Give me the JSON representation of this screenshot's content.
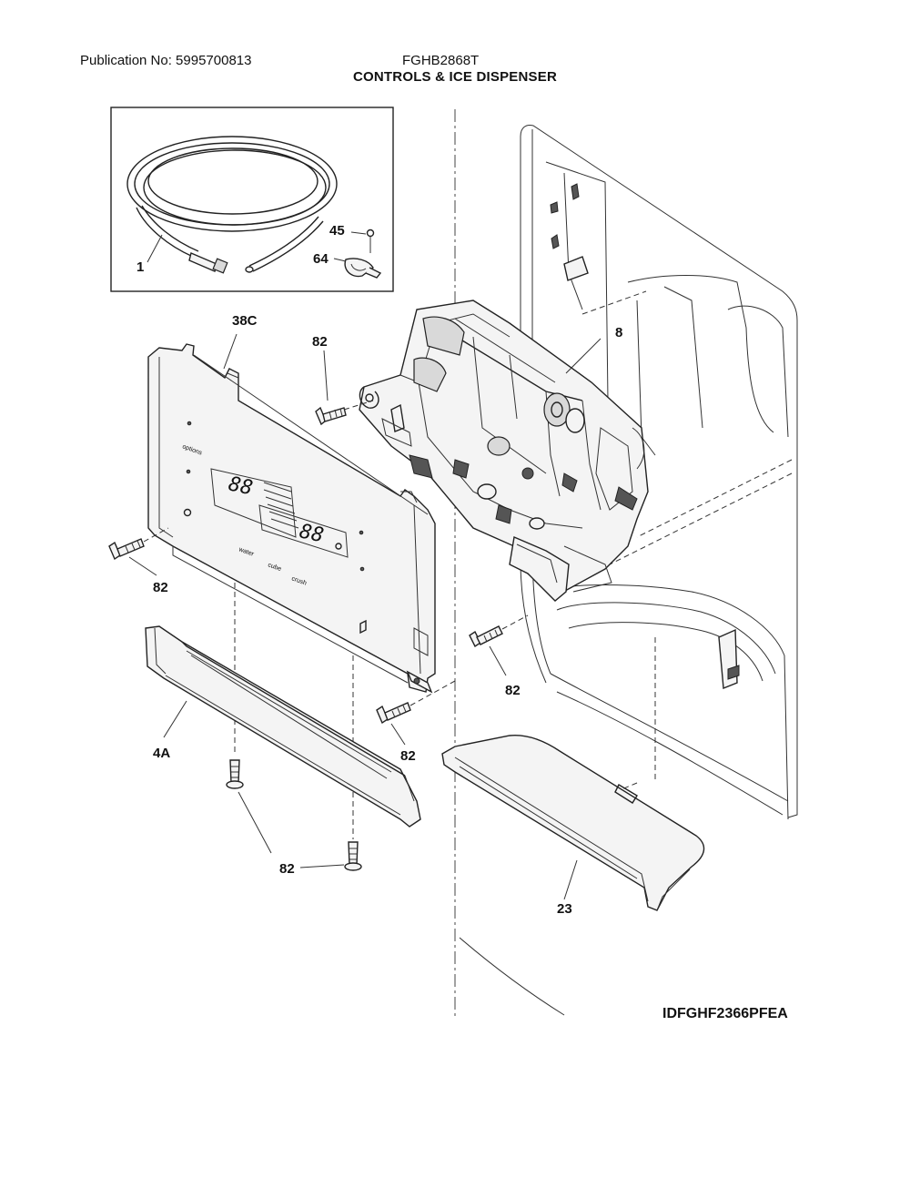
{
  "header": {
    "publication": "Publication No: 5995700813",
    "model": "FGHB2868T",
    "title": "CONTROLS & ICE DISPENSER"
  },
  "footer": {
    "diagram_id": "IDFGHF2366PFEA"
  },
  "callouts": {
    "c1": "1",
    "c45": "45",
    "c64": "64",
    "c38c": "38C",
    "c82_top": "82",
    "c8": "8",
    "c82_left": "82",
    "c82_mid": "82",
    "c82_right": "82",
    "c4a": "4A",
    "c82_bottom": "82",
    "c23": "23"
  },
  "panel_text": {
    "display_left": "88",
    "display_right": "88",
    "button_water": "water",
    "button_cube": "cube",
    "button_crush": "crush",
    "label_options": "options"
  }
}
